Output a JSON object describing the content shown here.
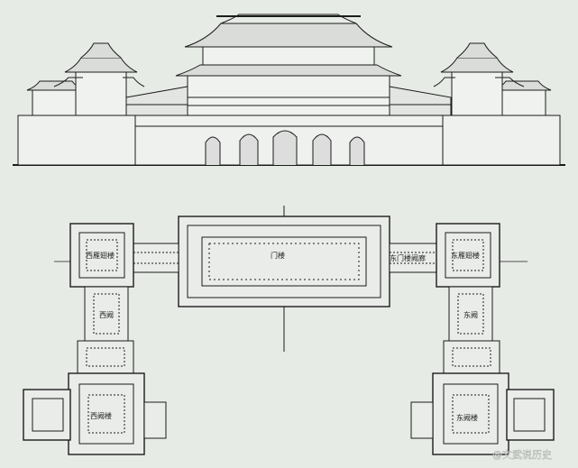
{
  "labels": {
    "gate_tower": "门楼",
    "west_wing_pavilion": "西雁翅楼",
    "east_wing_pavilion": "东雁翅楼",
    "east_gallery": "东门楼阙廊",
    "west_gallery_link": "西阙",
    "east_gallery_link": "东阙",
    "west_corner_tower": "西阙楼",
    "east_corner_tower": "东阙楼"
  },
  "watermark": "@文武说历史"
}
